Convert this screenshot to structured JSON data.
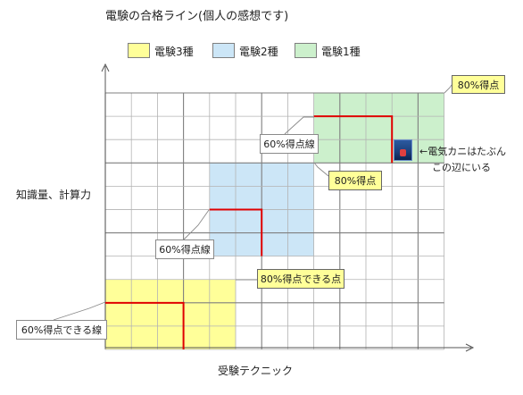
{
  "title": "電験の合格ライン(個人の感想です)",
  "legend": [
    {
      "label": "電験3種",
      "color": "#ffff99"
    },
    {
      "label": "電験2種",
      "color": "#cce6f7"
    },
    {
      "label": "電験1種",
      "color": "#ccf0cc"
    }
  ],
  "y_axis_label": "知識量、計算力",
  "x_axis_label": "受験テクニック",
  "labels": {
    "grade1_80": "80%得点",
    "grade1_60": "60%得点線",
    "grade2_80": "80%得点",
    "grade2_60": "60%得点線",
    "grade3_80": "80%得点できる点",
    "grade3_60": "60%得点できる線"
  },
  "crab_note_line1": "←電気カニはたぶん",
  "crab_note_line2": "この辺にいる",
  "colors": {
    "grid": "#b3b3b3",
    "grid_major": "#7f7f7f",
    "pass_line": "#e00000",
    "grade3": "#ffff99",
    "grade2": "#cce6f7",
    "grade1": "#ccf0cc"
  }
}
